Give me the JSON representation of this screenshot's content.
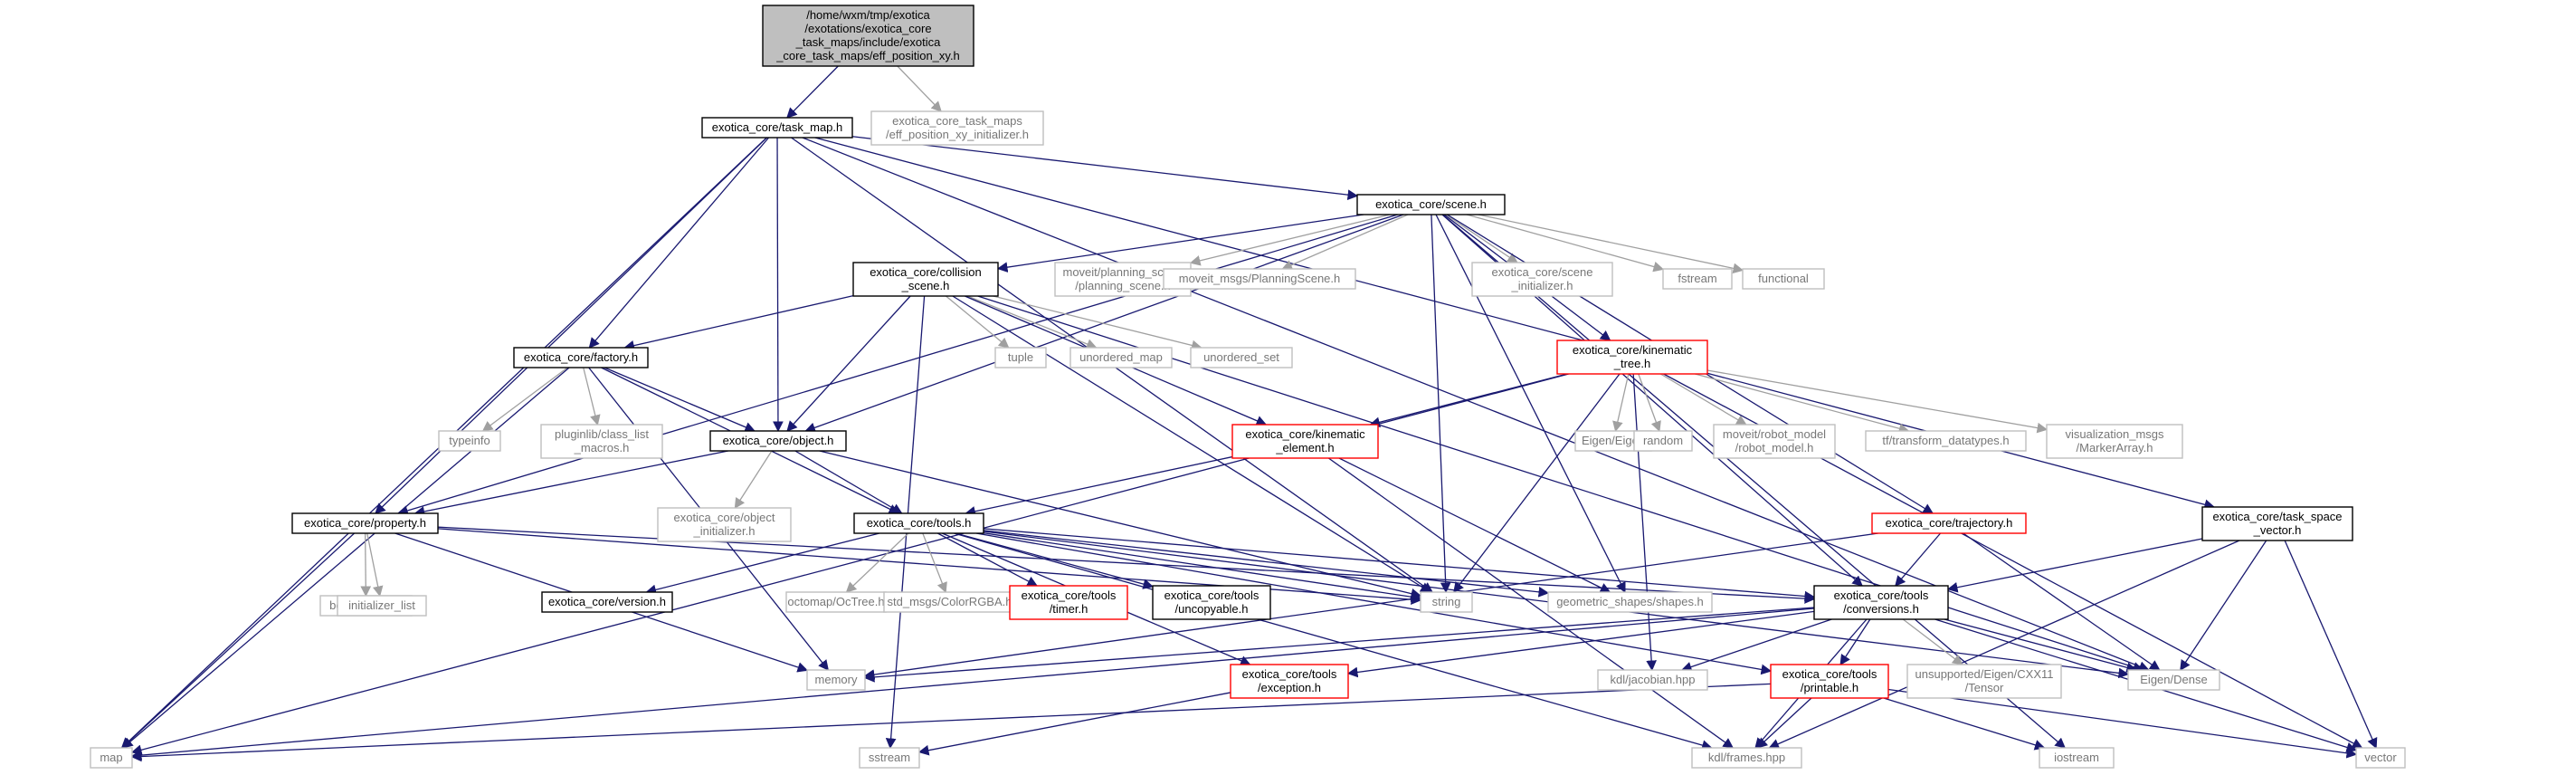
{
  "colors": {
    "edge": "#191970",
    "edge_light": "#a0a0a0",
    "root_fill": "#bfbfbf",
    "node_border": "#000000",
    "red_border": "#ff0000",
    "ext_border": "#bfbfbf"
  },
  "nodes": [
    {
      "id": "root",
      "style": "root",
      "lines": [
        "/home/wxm/tmp/exotica",
        "/exotations/exotica_core",
        "_task_maps/include/exotica",
        "_core_task_maps/eff_position_xy.h"
      ]
    },
    {
      "id": "task_map",
      "style": "black",
      "lines": [
        "exotica_core/task_map.h"
      ]
    },
    {
      "id": "eff_init",
      "style": "gray",
      "lines": [
        "exotica_core_task_maps",
        "/eff_position_xy_initializer.h"
      ]
    },
    {
      "id": "scene",
      "style": "black",
      "lines": [
        "exotica_core/scene.h"
      ]
    },
    {
      "id": "collision",
      "style": "black",
      "lines": [
        "exotica_core/collision",
        "_scene.h"
      ]
    },
    {
      "id": "planning_scene",
      "style": "gray",
      "lines": [
        "moveit/planning_scene",
        "/planning_scene.h"
      ]
    },
    {
      "id": "msgs_ps",
      "style": "gray",
      "lines": [
        "moveit_msgs/PlanningScene.h"
      ]
    },
    {
      "id": "scene_init",
      "style": "gray",
      "lines": [
        "exotica_core/scene",
        "_initializer.h"
      ]
    },
    {
      "id": "fstream",
      "style": "gray",
      "lines": [
        "fstream"
      ]
    },
    {
      "id": "functional",
      "style": "gray",
      "lines": [
        "functional"
      ]
    },
    {
      "id": "factory",
      "style": "black",
      "lines": [
        "exotica_core/factory.h"
      ]
    },
    {
      "id": "tuple",
      "style": "gray",
      "lines": [
        "tuple"
      ]
    },
    {
      "id": "unordered_map",
      "style": "gray",
      "lines": [
        "unordered_map"
      ]
    },
    {
      "id": "unordered_set",
      "style": "gray",
      "lines": [
        "unordered_set"
      ]
    },
    {
      "id": "kin_tree",
      "style": "red",
      "lines": [
        "exotica_core/kinematic",
        "_tree.h"
      ]
    },
    {
      "id": "typeinfo",
      "style": "gray",
      "lines": [
        "typeinfo"
      ]
    },
    {
      "id": "pluginlib",
      "style": "gray",
      "lines": [
        "pluginlib/class_list",
        "_macros.h"
      ]
    },
    {
      "id": "object",
      "style": "black",
      "lines": [
        "exotica_core/object.h"
      ]
    },
    {
      "id": "kin_elem",
      "style": "red",
      "lines": [
        "exotica_core/kinematic",
        "_element.h"
      ]
    },
    {
      "id": "eigen_eigen",
      "style": "gray",
      "lines": [
        "Eigen/Eigen"
      ]
    },
    {
      "id": "random",
      "style": "gray",
      "lines": [
        "random"
      ]
    },
    {
      "id": "robot_model",
      "style": "gray",
      "lines": [
        "moveit/robot_model",
        "/robot_model.h"
      ]
    },
    {
      "id": "tf_types",
      "style": "gray",
      "lines": [
        "tf/transform_datatypes.h"
      ]
    },
    {
      "id": "marker",
      "style": "gray",
      "lines": [
        "visualization_msgs",
        "/MarkerArray.h"
      ]
    },
    {
      "id": "obj_init",
      "style": "gray",
      "lines": [
        "exotica_core/object",
        "_initializer.h"
      ]
    },
    {
      "id": "property",
      "style": "black",
      "lines": [
        "exotica_core/property.h"
      ]
    },
    {
      "id": "tools",
      "style": "black",
      "lines": [
        "exotica_core/tools.h"
      ]
    },
    {
      "id": "trajectory",
      "style": "red",
      "lines": [
        "exotica_core/trajectory.h"
      ]
    },
    {
      "id": "task_space",
      "style": "black",
      "lines": [
        "exotica_core/task_space",
        "_vector.h"
      ]
    },
    {
      "id": "boost_any",
      "style": "gray",
      "lines": [
        "boost/any.hpp"
      ]
    },
    {
      "id": "init_list",
      "style": "gray",
      "lines": [
        "initializer_list"
      ]
    },
    {
      "id": "version",
      "style": "black",
      "lines": [
        "exotica_core/version.h"
      ]
    },
    {
      "id": "octree",
      "style": "gray",
      "lines": [
        "octomap/OcTree.h"
      ]
    },
    {
      "id": "colorrgba",
      "style": "gray",
      "lines": [
        "std_msgs/ColorRGBA.h"
      ]
    },
    {
      "id": "timer",
      "style": "red",
      "lines": [
        "exotica_core/tools",
        "/timer.h"
      ]
    },
    {
      "id": "uncopyable",
      "style": "black",
      "lines": [
        "exotica_core/tools",
        "/uncopyable.h"
      ]
    },
    {
      "id": "string",
      "style": "gray",
      "lines": [
        "string"
      ]
    },
    {
      "id": "geom",
      "style": "gray",
      "lines": [
        "geometric_shapes/shapes.h"
      ]
    },
    {
      "id": "conversions",
      "style": "black",
      "lines": [
        "exotica_core/tools",
        "/conversions.h"
      ]
    },
    {
      "id": "memory",
      "style": "gray",
      "lines": [
        "memory"
      ]
    },
    {
      "id": "exception",
      "style": "red",
      "lines": [
        "exotica_core/tools",
        "/exception.h"
      ]
    },
    {
      "id": "jacobian",
      "style": "gray",
      "lines": [
        "kdl/jacobian.hpp"
      ]
    },
    {
      "id": "printable",
      "style": "red",
      "lines": [
        "exotica_core/tools",
        "/printable.h"
      ]
    },
    {
      "id": "tensor",
      "style": "gray",
      "lines": [
        "unsupported/Eigen/CXX11",
        "/Tensor"
      ]
    },
    {
      "id": "dense",
      "style": "gray",
      "lines": [
        "Eigen/Dense"
      ]
    },
    {
      "id": "map",
      "style": "gray",
      "lines": [
        "map"
      ]
    },
    {
      "id": "sstream",
      "style": "gray",
      "lines": [
        "sstream"
      ]
    },
    {
      "id": "frames",
      "style": "gray",
      "lines": [
        "kdl/frames.hpp"
      ]
    },
    {
      "id": "iostream",
      "style": "gray",
      "lines": [
        "iostream"
      ]
    },
    {
      "id": "vector",
      "style": "gray",
      "lines": [
        "vector"
      ]
    }
  ],
  "edges": [
    [
      "root",
      "task_map"
    ],
    [
      "root",
      "eff_init"
    ],
    [
      "task_map",
      "scene"
    ],
    [
      "task_map",
      "factory"
    ],
    [
      "task_map",
      "object"
    ],
    [
      "task_map",
      "property"
    ],
    [
      "task_map",
      "string"
    ],
    [
      "task_map",
      "map"
    ],
    [
      "task_map",
      "task_space"
    ],
    [
      "task_map",
      "dense"
    ],
    [
      "scene",
      "collision"
    ],
    [
      "scene",
      "planning_scene"
    ],
    [
      "scene",
      "msgs_ps"
    ],
    [
      "scene",
      "scene_init"
    ],
    [
      "scene",
      "fstream"
    ],
    [
      "scene",
      "functional"
    ],
    [
      "scene",
      "kin_tree"
    ],
    [
      "scene",
      "object"
    ],
    [
      "scene",
      "property"
    ],
    [
      "scene",
      "string"
    ],
    [
      "scene",
      "geom"
    ],
    [
      "scene",
      "trajectory"
    ],
    [
      "scene",
      "conversions"
    ],
    [
      "scene",
      "iostream"
    ],
    [
      "collision",
      "factory"
    ],
    [
      "collision",
      "tuple"
    ],
    [
      "collision",
      "unordered_map"
    ],
    [
      "collision",
      "unordered_set"
    ],
    [
      "collision",
      "object"
    ],
    [
      "collision",
      "kin_elem"
    ],
    [
      "collision",
      "string"
    ],
    [
      "collision",
      "sstream"
    ],
    [
      "collision",
      "dense"
    ],
    [
      "factory",
      "typeinfo"
    ],
    [
      "factory",
      "pluginlib"
    ],
    [
      "factory",
      "object"
    ],
    [
      "factory",
      "tools"
    ],
    [
      "factory",
      "memory"
    ],
    [
      "factory",
      "map"
    ],
    [
      "kin_tree",
      "kin_elem"
    ],
    [
      "kin_tree",
      "eigen_eigen"
    ],
    [
      "kin_tree",
      "random"
    ],
    [
      "kin_tree",
      "robot_model"
    ],
    [
      "kin_tree",
      "tf_types"
    ],
    [
      "kin_tree",
      "marker"
    ],
    [
      "kin_tree",
      "map"
    ],
    [
      "kin_tree",
      "string"
    ],
    [
      "kin_tree",
      "vector"
    ],
    [
      "kin_tree",
      "jacobian"
    ],
    [
      "object",
      "property"
    ],
    [
      "object",
      "obj_init"
    ],
    [
      "object",
      "tools"
    ],
    [
      "object",
      "string"
    ],
    [
      "kin_elem",
      "tools"
    ],
    [
      "kin_elem",
      "frames"
    ],
    [
      "kin_elem",
      "geom"
    ],
    [
      "property",
      "boost_any"
    ],
    [
      "property",
      "init_list"
    ],
    [
      "property",
      "memory"
    ],
    [
      "property",
      "map"
    ],
    [
      "property",
      "string"
    ],
    [
      "property",
      "conversions"
    ],
    [
      "tools",
      "version"
    ],
    [
      "tools",
      "octree"
    ],
    [
      "tools",
      "colorrgba"
    ],
    [
      "tools",
      "timer"
    ],
    [
      "tools",
      "uncopyable"
    ],
    [
      "tools",
      "string"
    ],
    [
      "tools",
      "geom"
    ],
    [
      "tools",
      "conversions"
    ],
    [
      "tools",
      "exception"
    ],
    [
      "tools",
      "printable"
    ],
    [
      "tools",
      "dense"
    ],
    [
      "tools",
      "frames"
    ],
    [
      "trajectory",
      "conversions"
    ],
    [
      "trajectory",
      "dense"
    ],
    [
      "trajectory",
      "memory"
    ],
    [
      "task_space",
      "conversions"
    ],
    [
      "task_space",
      "dense"
    ],
    [
      "task_space",
      "vector"
    ],
    [
      "task_space",
      "frames"
    ],
    [
      "conversions",
      "memory"
    ],
    [
      "conversions",
      "exception"
    ],
    [
      "conversions",
      "jacobian"
    ],
    [
      "conversions",
      "printable"
    ],
    [
      "conversions",
      "tensor"
    ],
    [
      "conversions",
      "dense"
    ],
    [
      "conversions",
      "map"
    ],
    [
      "conversions",
      "frames"
    ],
    [
      "conversions",
      "vector"
    ],
    [
      "exception",
      "sstream"
    ],
    [
      "printable",
      "map"
    ],
    [
      "printable",
      "frames"
    ],
    [
      "printable",
      "iostream"
    ],
    [
      "printable",
      "vector"
    ]
  ]
}
